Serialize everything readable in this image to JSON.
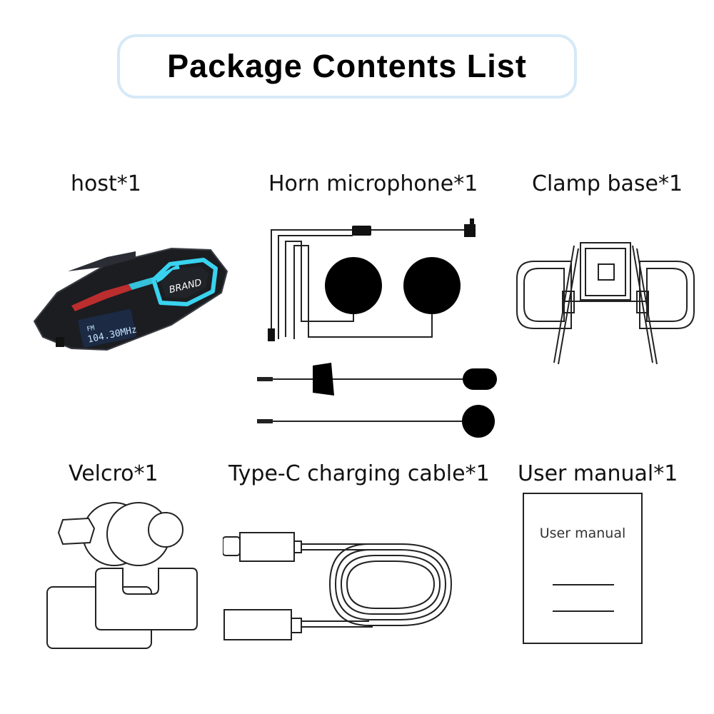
{
  "title": "Package Contents List",
  "items": [
    {
      "label": "host*1",
      "icon": "bluetooth-headset-unit-icon"
    },
    {
      "label": "Horn microphone*1",
      "icon": "speakers-and-microphones-icon"
    },
    {
      "label": "Clamp base*1",
      "icon": "clamp-base-icon"
    },
    {
      "label": "Velcro*1",
      "icon": "velcro-pads-icon"
    },
    {
      "label": "Type-C charging cable*1",
      "icon": "usb-c-cable-icon"
    },
    {
      "label": "User manual*1",
      "icon": "user-manual-icon"
    }
  ],
  "host_screen": {
    "mode": "FM",
    "frequency": "104.30MHz"
  },
  "host_logo": "BRAND",
  "manual_cover_text": "User manual",
  "colors": {
    "accent_cyan": "#39d3f0",
    "title_border": "#d6e9f7",
    "device_body": "#1b1d21"
  }
}
